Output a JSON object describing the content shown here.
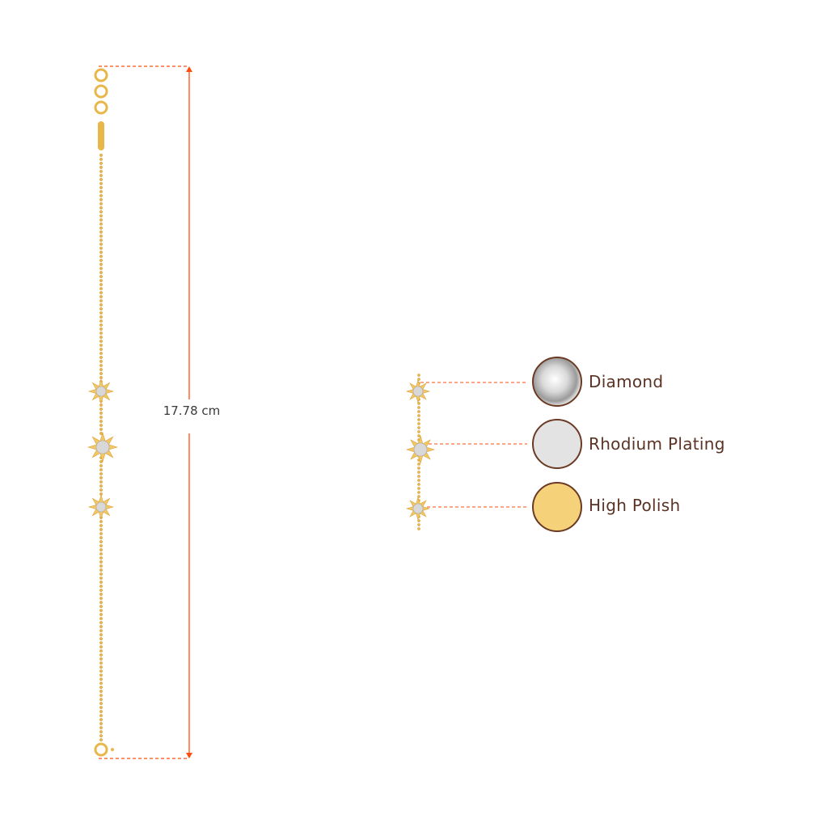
{
  "measurement": {
    "length_label": "17.78 cm"
  },
  "features": [
    {
      "label": "Diamond",
      "swatch_color": "#e8e8e8"
    },
    {
      "label": "Rhodium Plating",
      "swatch_color": "#e3e3e3"
    },
    {
      "label": "High Polish",
      "swatch_color": "#f5d27a"
    }
  ],
  "colors": {
    "gold": "#e9b64a",
    "dimension_line": "#ff4d0f",
    "swatch_border": "#6b3a25",
    "label_text": "#5a3325"
  }
}
